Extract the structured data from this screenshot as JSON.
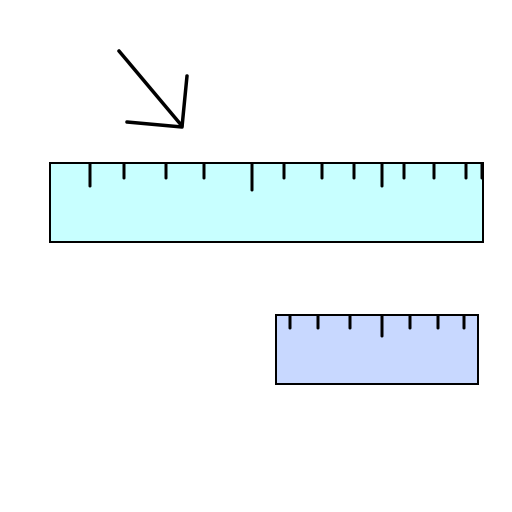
{
  "colors": {
    "background": "#ffffff",
    "stroke": "#000000",
    "top_ruler_fill": "#c8ffff",
    "bottom_ruler_fill": "#c8d8ff"
  },
  "icons": {
    "pointer_arrow": "arrow-down-right-icon"
  },
  "rulers": [
    {
      "name": "top-ruler",
      "tick_marks": 13,
      "long_ticks": 3
    },
    {
      "name": "bottom-ruler",
      "tick_marks": 7,
      "long_ticks": 1
    }
  ]
}
